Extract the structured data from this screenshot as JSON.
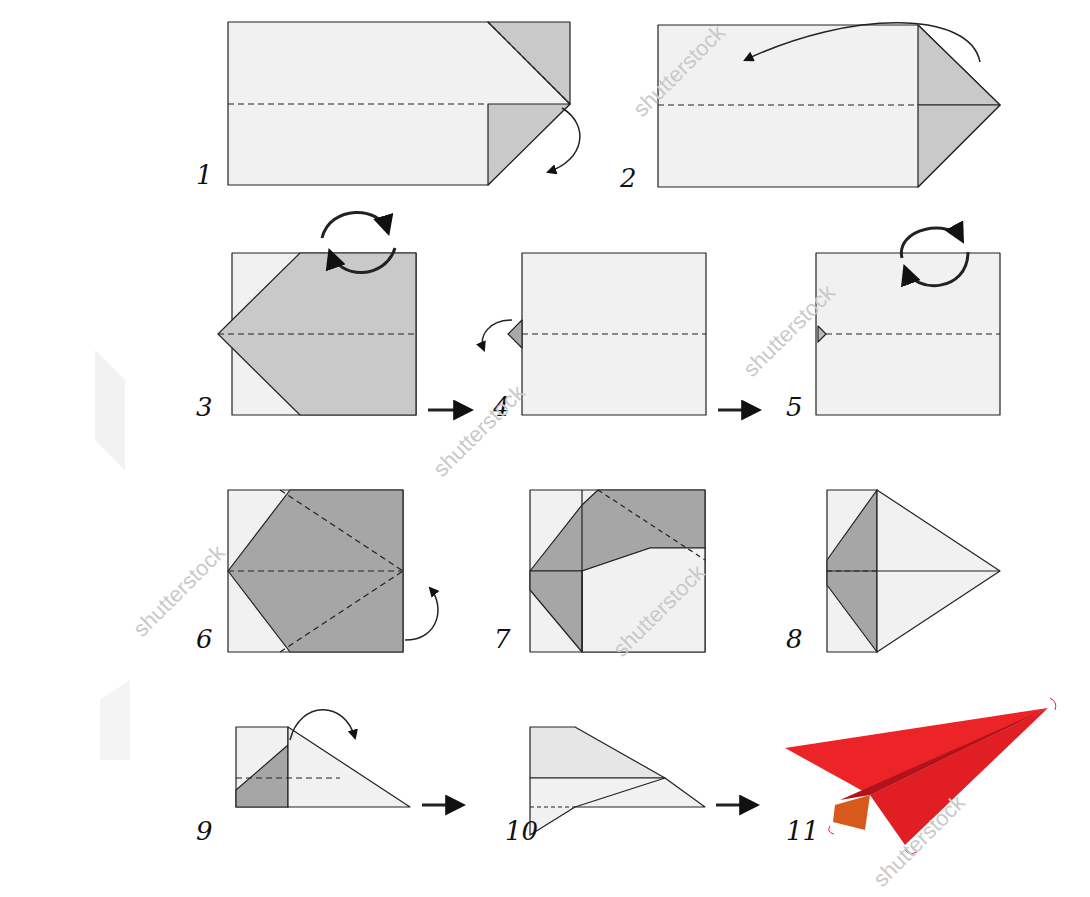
{
  "diagram": {
    "labels": [
      "1",
      "2",
      "3",
      "4",
      "5",
      "6",
      "7",
      "8",
      "9",
      "10",
      "11",
      "shutterstock",
      "shutterstock",
      "shutterstock",
      "shutterstock",
      "shutterstock",
      "shutterstock"
    ]
  }
}
